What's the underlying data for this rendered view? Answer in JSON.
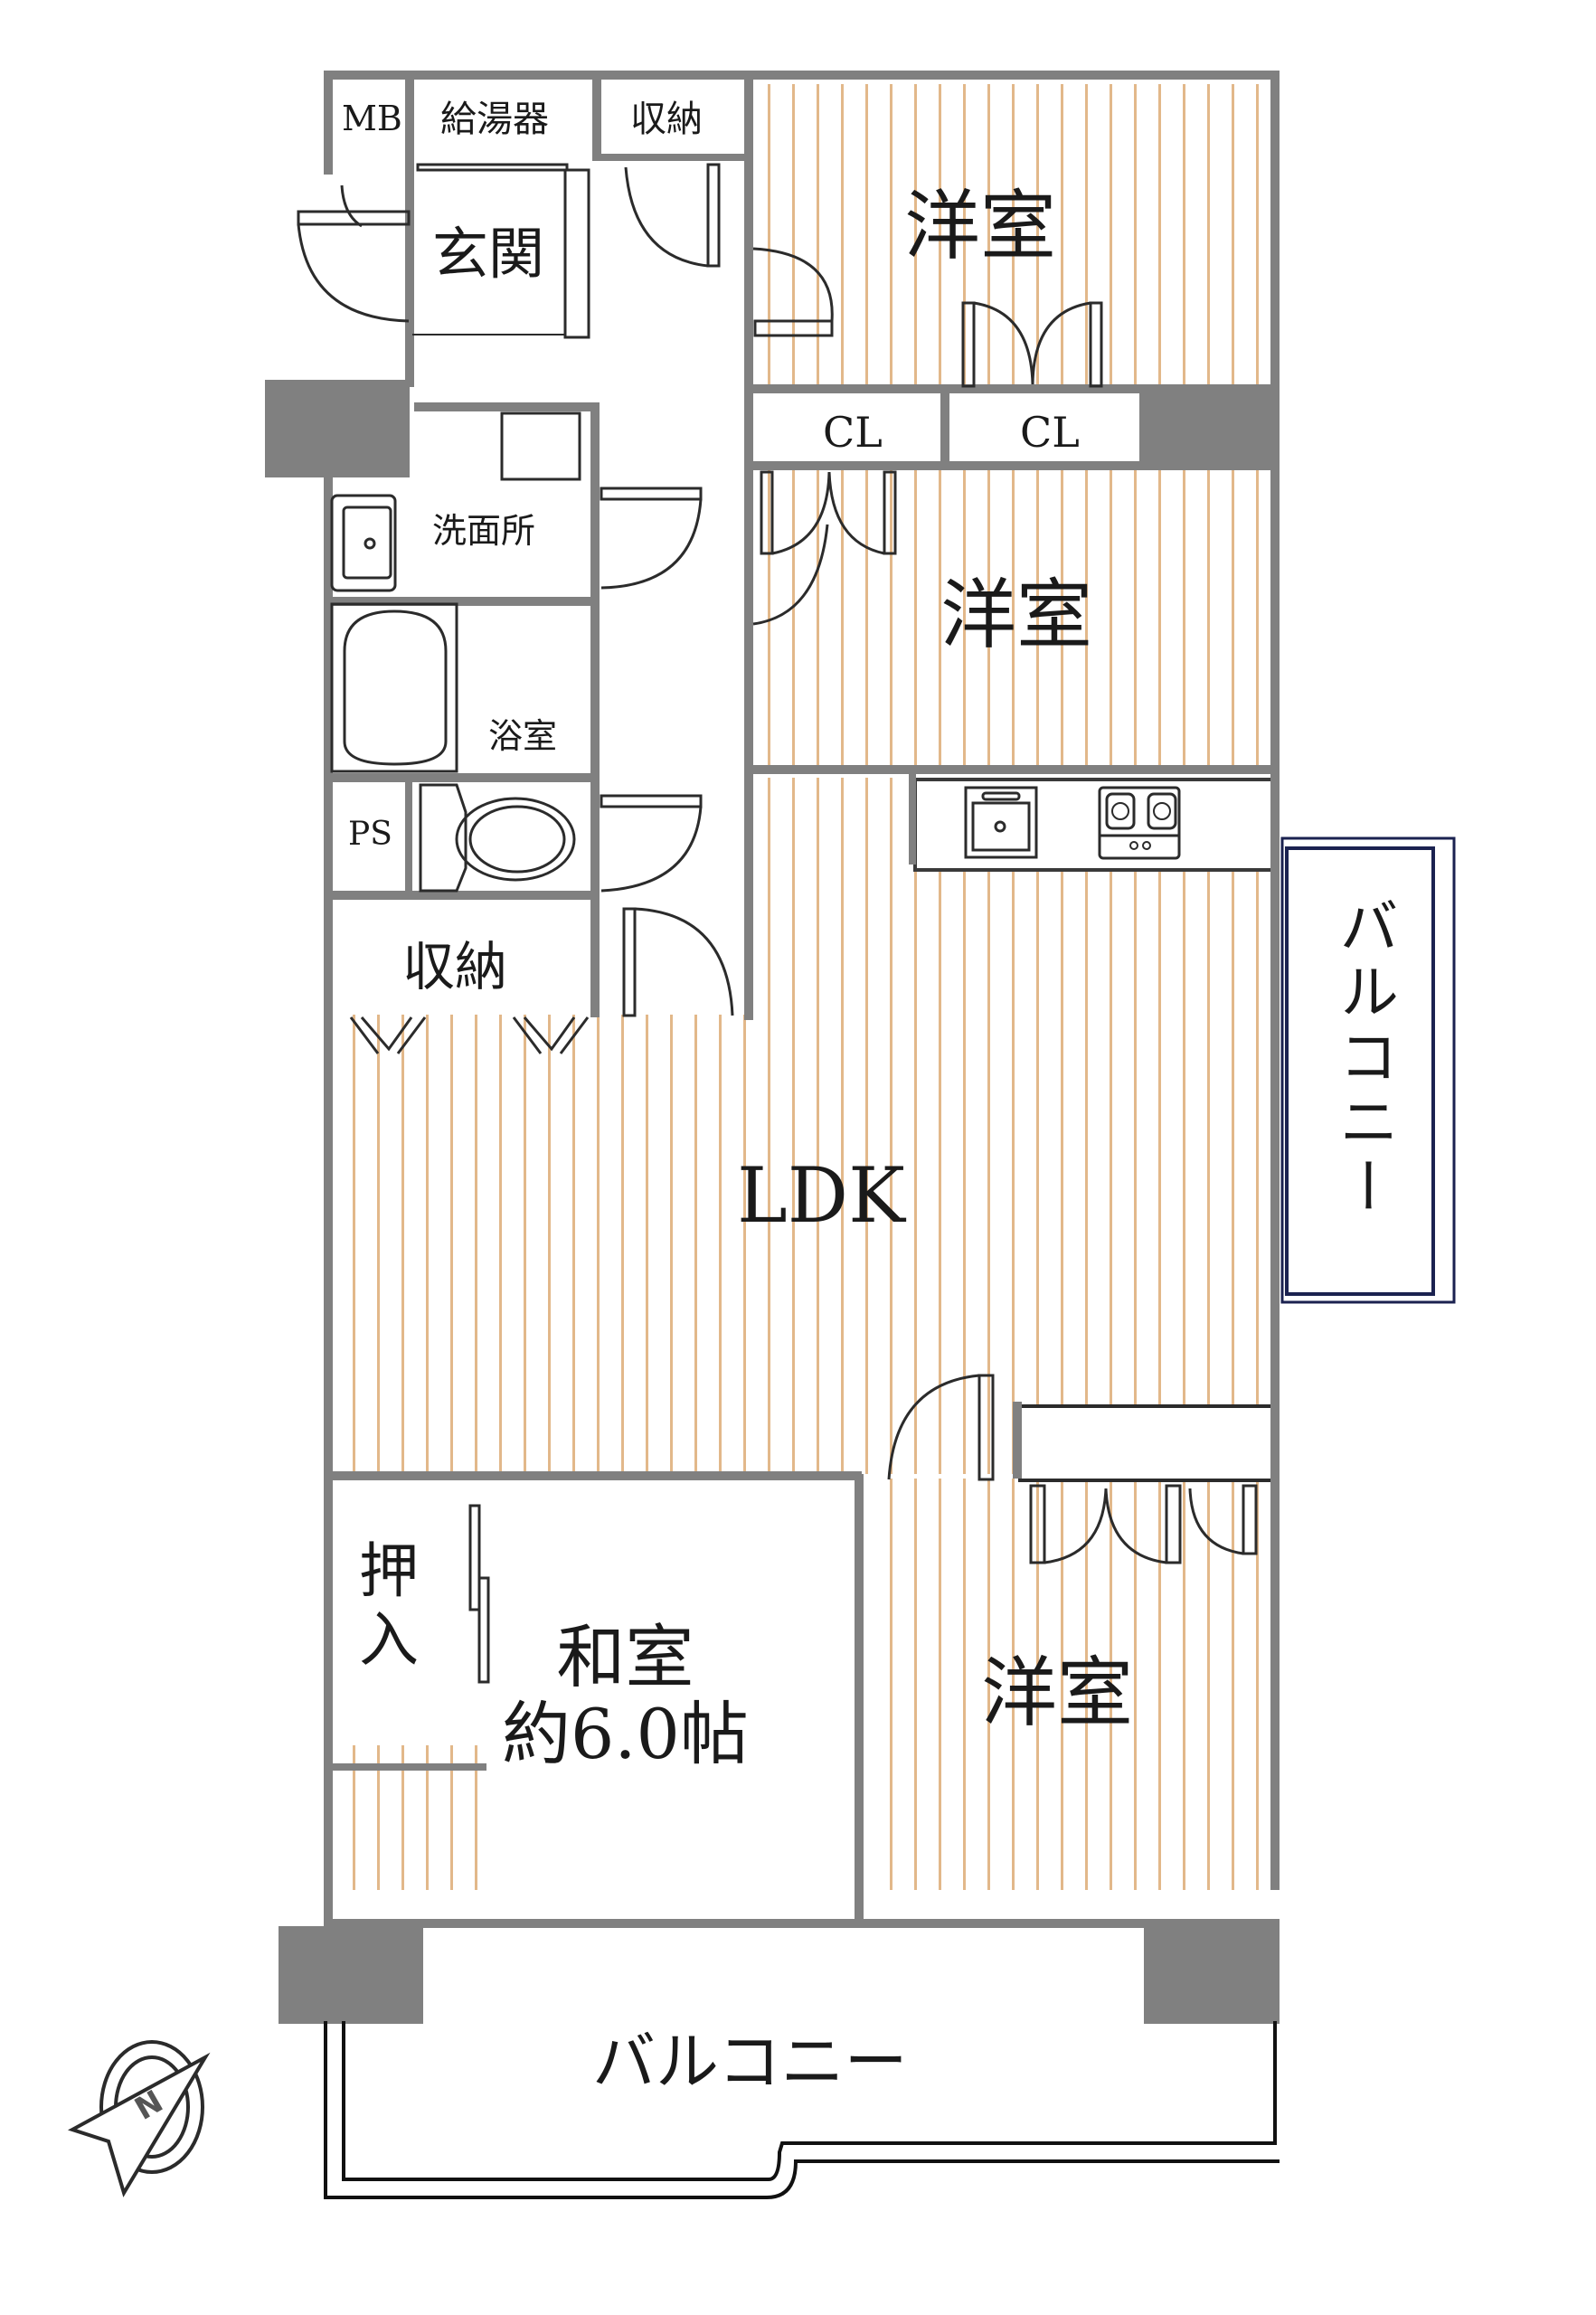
{
  "floorplan": {
    "colors": {
      "wall": "#808080",
      "floor_stripe": "#e2b88a",
      "line": "#2b2b2b",
      "balcony_line": "#1b2250",
      "background": "#ffffff"
    },
    "rooms": {
      "mb": "MB",
      "water_heater": "給湯器",
      "storage_top": "収納",
      "entrance": "玄関",
      "washroom": "洗面所",
      "bathroom": "浴室",
      "ps": "PS",
      "storage_mid": "収納",
      "western_room_1": "洋室",
      "closet_1": "CL",
      "closet_2": "CL",
      "western_room_2": "洋室",
      "ldk": "LDK",
      "oshiire_line1": "押",
      "oshiire_line2": "入",
      "japanese_room": "和室",
      "japanese_room_size": "約6.0帖",
      "western_room_3": "洋室",
      "balcony_side": "バルコニー",
      "balcony_bottom": "バルコニー"
    },
    "compass": {
      "letter": "N"
    }
  }
}
